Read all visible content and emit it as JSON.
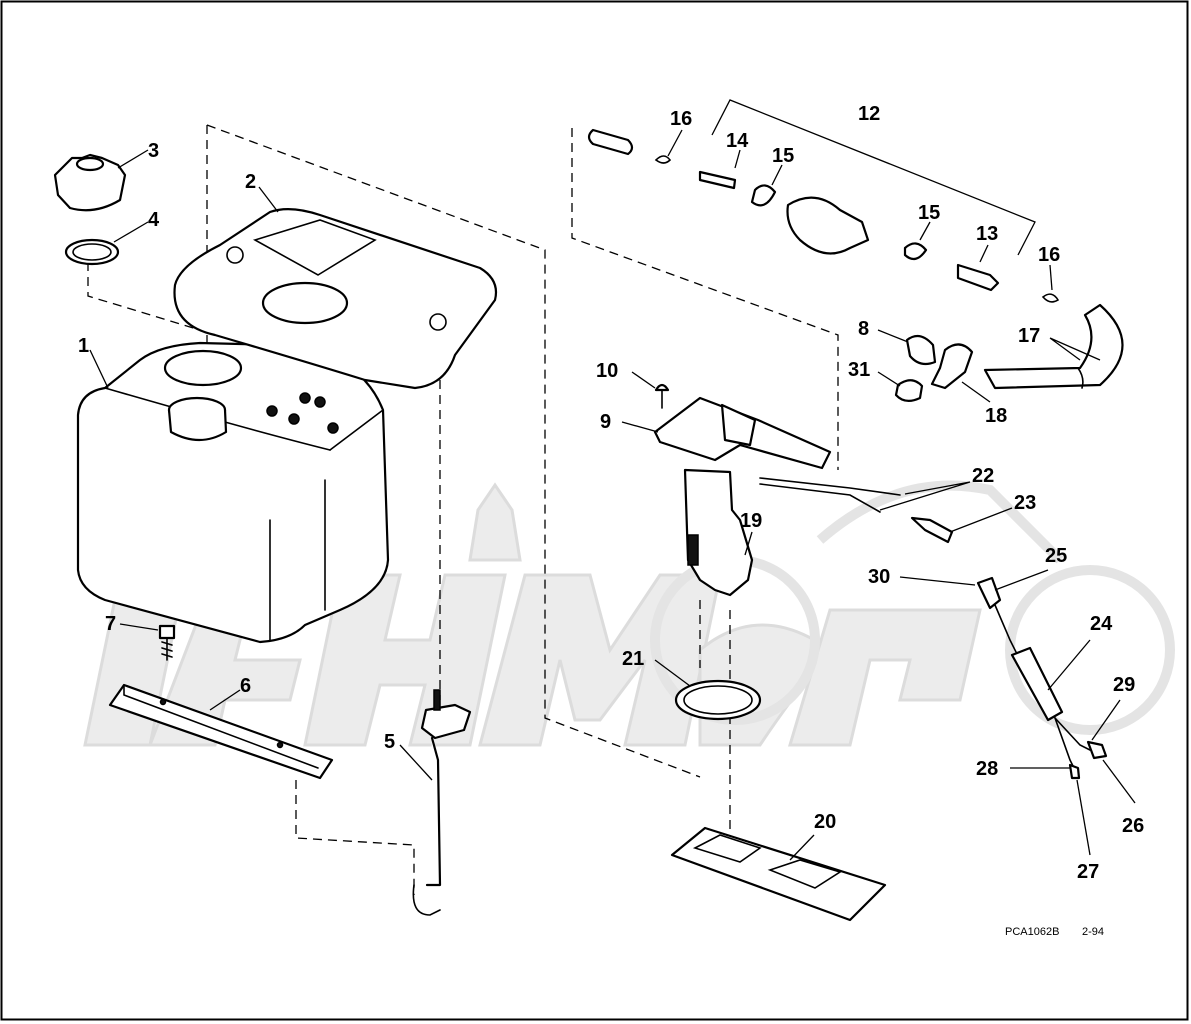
{
  "callouts": {
    "c1": "1",
    "c2": "2",
    "c3": "3",
    "c4": "4",
    "c5": "5",
    "c6": "6",
    "c7": "7",
    "c8": "8",
    "c9": "9",
    "c10": "10",
    "c11": "12",
    "c12": "13",
    "c13": "14",
    "c14a": "15",
    "c14b": "15",
    "c15a": "16",
    "c15b": "16",
    "c16": "17",
    "c17": "18",
    "c18": "19",
    "c19": "20",
    "c20": "21",
    "c21": "22",
    "c22": "23",
    "c23": "24",
    "c24": "25",
    "c25": "26",
    "c26": "27",
    "c27": "28",
    "c28": "29",
    "c29": "30",
    "c30": "31"
  },
  "drawing_code": "PCA1062B",
  "drawing_date": "2-94",
  "watermark_icon": "motorcycle-watermark-icon"
}
